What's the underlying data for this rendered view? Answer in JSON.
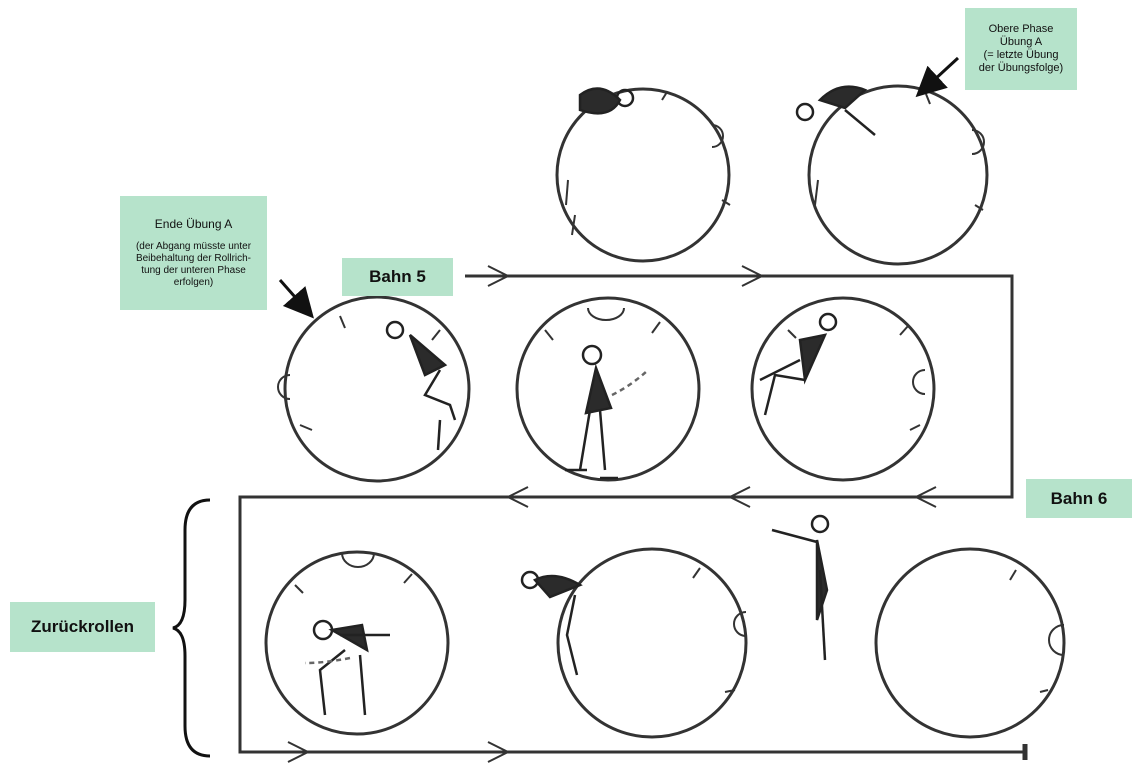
{
  "labels": {
    "bahn5": "Bahn 5",
    "bahn6": "Bahn 6",
    "zurueckrollen": "Zurückrollen",
    "obere_phase": {
      "line1": "Obere Phase",
      "line2": "Übung A",
      "line3": "(= letzte Übung",
      "line4": "der Übungsfolge)"
    },
    "ende_uebung": {
      "title": "Ende Übung A",
      "line1": "(der Abgang müsste unter",
      "line2": "Beibehaltung der Rollrich-",
      "line3": "tung der unteren Phase",
      "line4": "erfolgen)"
    }
  },
  "colors": {
    "label_background": "#b6e3cb",
    "line": "#333333",
    "figure_fill": "#2b2b2b"
  },
  "icons": [
    "gymnastics-wheel-icon",
    "gymnast-figure-icon",
    "direction-arrow-icon",
    "curly-brace-icon"
  ]
}
